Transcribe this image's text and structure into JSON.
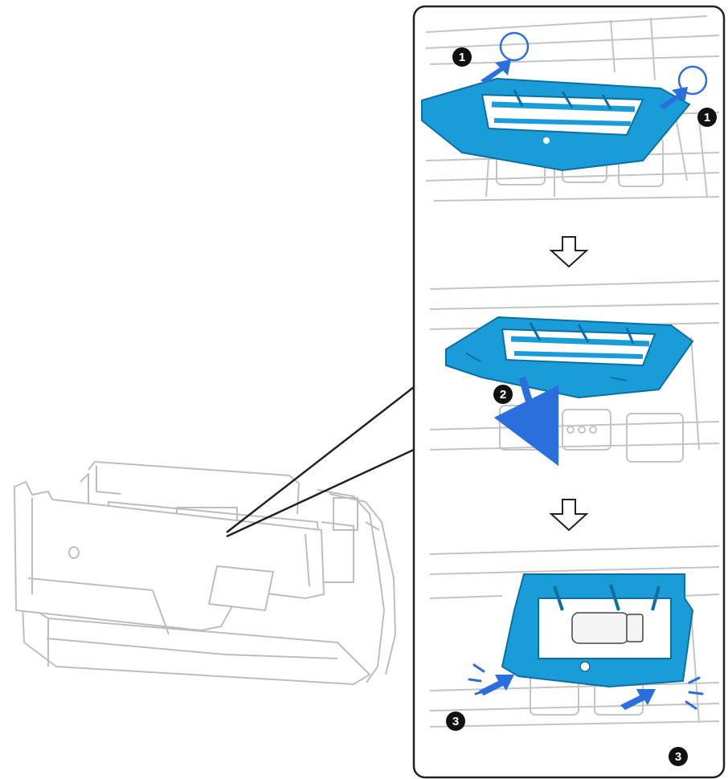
{
  "colors": {
    "part": "#1a9cd8",
    "part_dark": "#0d6ea1",
    "arrow_blue": "#2a6fdb",
    "line_gray": "#b9b9b9",
    "outline": "#222222",
    "badge": "#111111"
  },
  "steps": [
    {
      "number": "1",
      "action": "push-up-tabs",
      "badges": 2
    },
    {
      "number": "2",
      "action": "rotate-down",
      "badges": 1
    },
    {
      "number": "3",
      "action": "press-in-tabs",
      "badges": 2
    }
  ],
  "icons": [
    "down-arrow-icon",
    "rotation-arrow-icon",
    "push-arrow-icon",
    "click-mark-icon"
  ]
}
